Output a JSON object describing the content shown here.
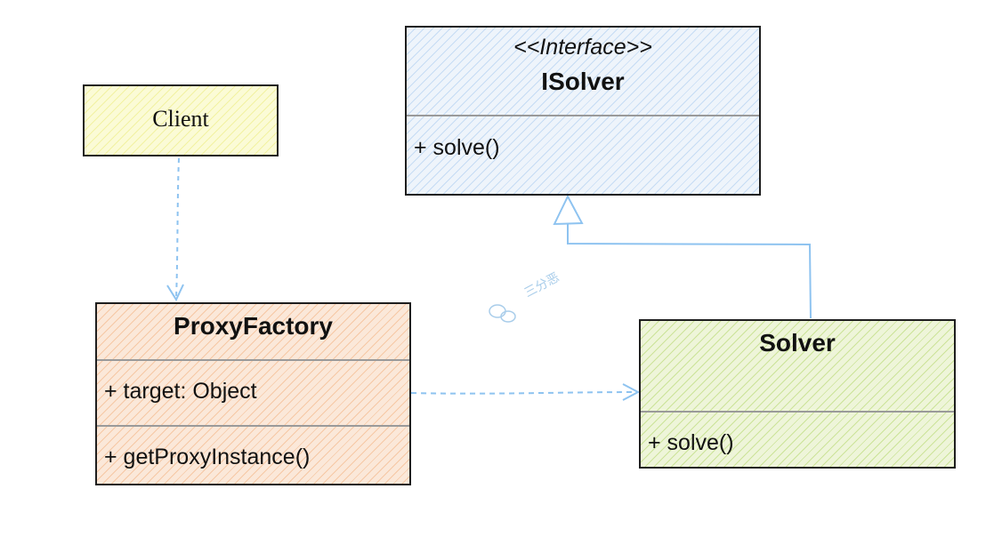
{
  "client": {
    "label": "Client"
  },
  "isolver": {
    "stereotype": "<<Interface>>",
    "name": "ISolver",
    "methods": [
      "+ solve()"
    ]
  },
  "proxy_factory": {
    "name": "ProxyFactory",
    "attributes": [
      "+ target: Object"
    ],
    "methods": [
      "+ getProxyInstance()"
    ]
  },
  "solver": {
    "name": "Solver",
    "methods": [
      "+ solve()"
    ]
  },
  "watermark": {
    "text": "三分恶"
  },
  "colors": {
    "client_fill": "#fbfbd6",
    "interface_fill": "#eef4fb",
    "proxy_fill": "#fbe8d9",
    "solver_fill": "#eef5d9",
    "connector": "#8ec3f0"
  }
}
